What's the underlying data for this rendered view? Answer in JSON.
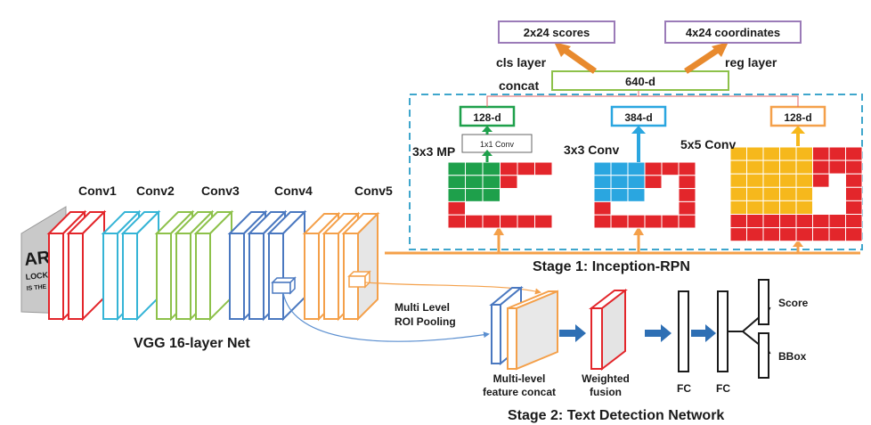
{
  "colors": {
    "red": "#e3262b",
    "cyan": "#35b4d6",
    "green": "#8dc14a",
    "blue": "#4a78c0",
    "orange": "#f4a04a",
    "dash": "#3fa6cc",
    "purple": "#9b7bb8",
    "mpGreen": "#1ea04b",
    "conv3Blue": "#2aa6e0",
    "conv5Yellow": "#f6b81c",
    "arrowOrange": "#e88a2e",
    "arrowBlue": "#2e6fb4"
  },
  "backbone": {
    "groups": [
      "Conv1",
      "Conv2",
      "Conv3",
      "Conv4",
      "Conv5"
    ],
    "caption": "VGG 16-layer Net",
    "input_text": [
      "AR",
      "LOCKE",
      "IS THE"
    ]
  },
  "rpn": {
    "title": "Stage 1: Inception-RPN",
    "branches": [
      {
        "label": "3x3 MP",
        "out": "128-d",
        "extra": "1x1 Conv"
      },
      {
        "label": "3x3 Conv",
        "out": "384-d"
      },
      {
        "label": "5x5 Conv",
        "out": "128-d"
      }
    ],
    "concat_label": "concat",
    "concat_value": "640-d",
    "cls_label": "cls layer",
    "reg_label": "reg layer",
    "scores": "2x24 scores",
    "coords": "4x24 coordinates"
  },
  "stage2": {
    "title": "Stage 2: Text Detection Network",
    "pooling": [
      "Multi Level",
      "ROI Pooling"
    ],
    "concat": [
      "Multi-level",
      "feature concat"
    ],
    "fusion": [
      "Weighted",
      "fusion"
    ],
    "fc1": "FC",
    "fc2": "FC",
    "score": "Score",
    "bbox": "BBox"
  }
}
